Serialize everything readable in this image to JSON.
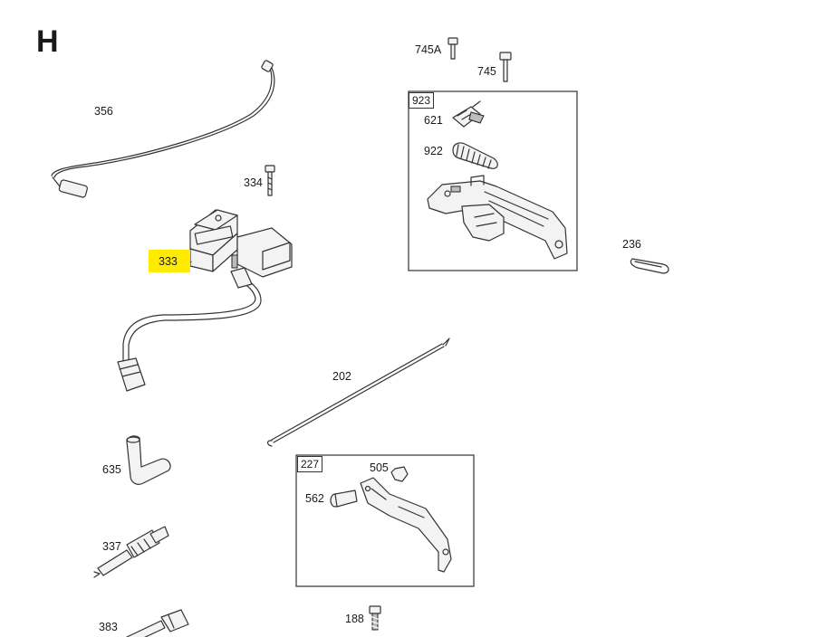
{
  "section_letter": "H",
  "highlighted_part": "333",
  "parts": [
    {
      "id": "356",
      "label": "356"
    },
    {
      "id": "333",
      "label": "333"
    },
    {
      "id": "334",
      "label": "334"
    },
    {
      "id": "745A",
      "label": "745A"
    },
    {
      "id": "745",
      "label": "745"
    },
    {
      "id": "923",
      "label": "923"
    },
    {
      "id": "621",
      "label": "621"
    },
    {
      "id": "922",
      "label": "922"
    },
    {
      "id": "236",
      "label": "236"
    },
    {
      "id": "202",
      "label": "202"
    },
    {
      "id": "635",
      "label": "635"
    },
    {
      "id": "227",
      "label": "227"
    },
    {
      "id": "505",
      "label": "505"
    },
    {
      "id": "562",
      "label": "562"
    },
    {
      "id": "337",
      "label": "337"
    },
    {
      "id": "383",
      "label": "383"
    },
    {
      "id": "188",
      "label": "188"
    }
  ],
  "colors": {
    "highlight": "#ffeb00",
    "line": "#333333"
  }
}
